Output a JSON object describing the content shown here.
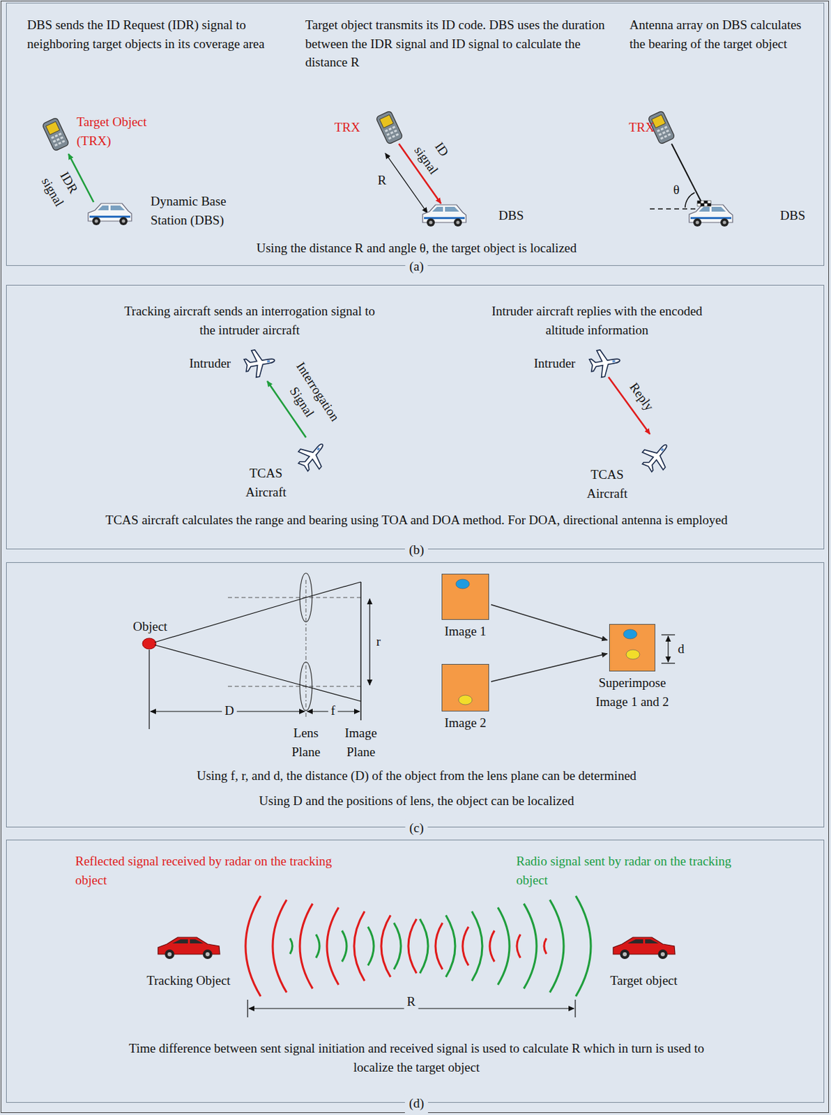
{
  "diagram": {
    "nodes": [
      {
        "text": [
          "DBS sends the ID Request (IDR) signal to neighboring target objects in its coverage area",
          "Target object transmits its ID code. DBS uses the duration between the IDR signal and ID signal to calculate the distance R",
          "Antenna array on DBS calculates the bearing of the target object",
          "Using the distance R and angle θ, the target object is localized",
          "(a)"
        ]
      },
      {
        "text": [
          "Tracking aircraft sends an interrogation signal to the intruder aircraft",
          "Intruder aircraft replies with the encoded altitude information",
          "TCAS aircraft calculates the range and bearing using TOA and DOA method. For DOA, directional antenna is employed",
          "(b)"
        ]
      },
      {
        "text": [
          "Using f, r, and d, the distance (D) of the object from the lens plane can be determined",
          "Using D and the positions of lens, the object can be localized",
          "(c)"
        ]
      },
      {
        "text": [
          "Image 1"
        ],
        "in": 2
      },
      {
        "text": [
          "Image 2"
        ],
        "in": 2
      },
      {
        "text": [
          "Superimpose Image 1 and 2"
        ],
        "in": 2
      },
      {
        "text": [
          "Reflected signal received by radar on the tracking object",
          "Radio signal sent by radar on the tracking object",
          "Time difference between sent signal initiation and received signal is used to calculate R which in turn is used to localize the target object",
          "(d)"
        ]
      }
    ],
    "edges": [
      {
        "from": 3,
        "to": 5,
        "arrow": "to"
      },
      {
        "from": 4,
        "to": 5,
        "arrow": "to"
      }
    ],
    "labels": [
      "Target Object (TRX)",
      "IDR signal",
      "Dynamic Base Station (DBS)",
      "TRX",
      "ID signal",
      "R",
      "DBS",
      "TRX",
      "θ",
      "DBS",
      "Intruder",
      "Interrogation Signal",
      "TCAS Aircraft",
      "Intruder",
      "Reply",
      "TCAS Aircraft",
      "Object",
      "r",
      "D",
      "f",
      "Lens Plane",
      "Image Plane",
      "d",
      "Tracking Object",
      "Target object",
      "R"
    ]
  }
}
